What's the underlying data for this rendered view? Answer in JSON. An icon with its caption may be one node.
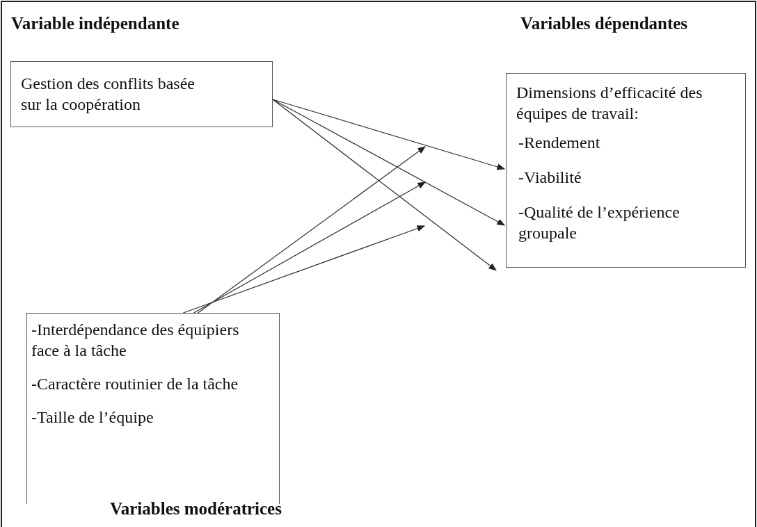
{
  "diagram": {
    "nodes": [
      {
        "text": [
          "Gestion des conflits basée sur la coopération"
        ]
      },
      {
        "text": [
          "Dimensions d’efficacité des équipes de travail:",
          "-Rendement",
          "-Viabilité",
          "-Qualité de l’expérience  groupale"
        ]
      },
      {
        "text": [
          "-Interdépendance des équipiers face à la tâche",
          "-Caractère routinier de la tâche",
          "-Taille de l’équipe"
        ]
      }
    ],
    "edges": [
      {
        "from": 0,
        "to": 1,
        "arrow": "to"
      },
      {
        "from": 0,
        "to": 1,
        "arrow": "to"
      },
      {
        "from": 0,
        "to": 1,
        "arrow": "to"
      },
      {
        "from": 2,
        "to": null,
        "arrow": "to"
      },
      {
        "from": 2,
        "to": null,
        "arrow": "to"
      },
      {
        "from": 2,
        "to": null,
        "arrow": "to"
      }
    ],
    "labels": [
      "Variable indépendante",
      "Variables dépendantes",
      "Variables modératrices"
    ]
  }
}
